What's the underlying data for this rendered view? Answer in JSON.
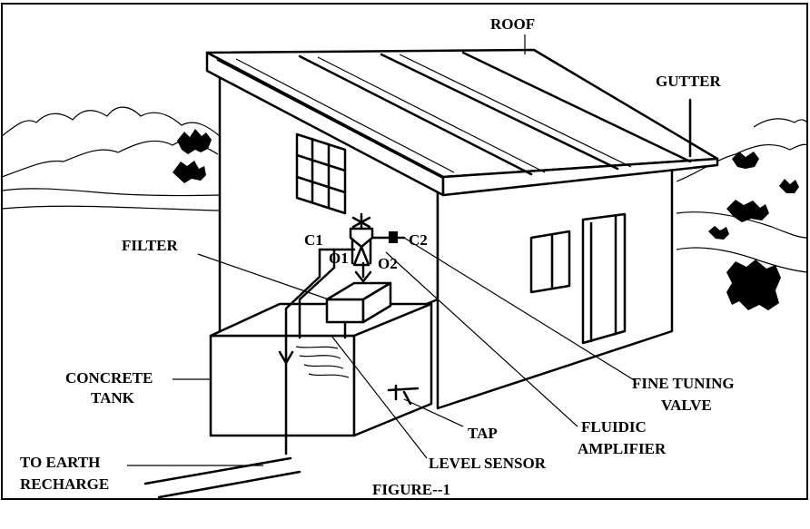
{
  "labels": {
    "roof": "ROOF",
    "gutter": "GUTTER",
    "filter": "FILTER",
    "c1": "C1",
    "c2": "C2",
    "o1": "O1",
    "o2": "O2",
    "concrete_tank_line1": "CONCRETE",
    "concrete_tank_line2": "TANK",
    "fine_tuning_line1": "FINE TUNING",
    "fine_tuning_line2": "VALVE",
    "fluidic_line1": "FLUIDIC",
    "fluidic_line2": "AMPLIFIER",
    "tap": "TAP",
    "level_sensor": "LEVEL SENSOR",
    "to_earth_line1": "TO EARTH",
    "to_earth_line2": "RECHARGE",
    "figure": "FIGURE--1"
  }
}
